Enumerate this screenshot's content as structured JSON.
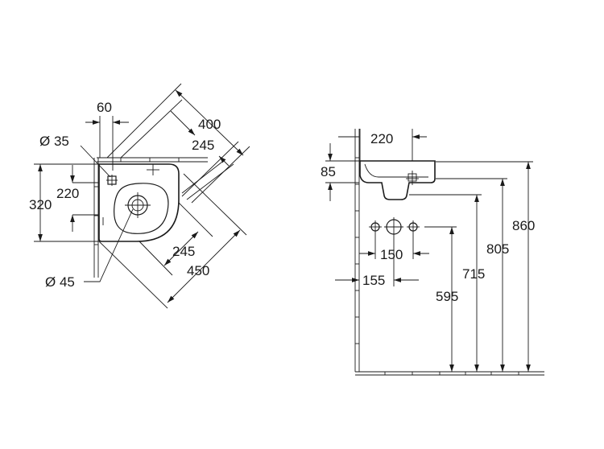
{
  "plan_view": {
    "dimensions": {
      "d60": "60",
      "d400": "400",
      "d245_top": "245",
      "diam35": "Ø 35",
      "d220": "220",
      "d320": "320",
      "d245_bottom": "245",
      "d450": "450",
      "diam45": "Ø 45"
    }
  },
  "side_view": {
    "dimensions": {
      "d220": "220",
      "d85": "85",
      "d150": "150",
      "d155": "155",
      "d595": "595",
      "d715": "715",
      "d805": "805",
      "d860": "860"
    }
  }
}
